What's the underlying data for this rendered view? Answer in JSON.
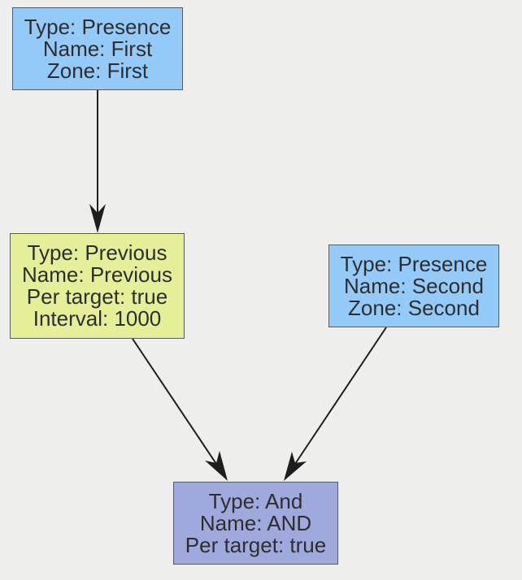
{
  "nodes": {
    "first": {
      "type": "Type: Presence",
      "name": "Name: First",
      "zone": "Zone: First"
    },
    "previous": {
      "type": "Type: Previous",
      "name": "Name: Previous",
      "per_target": "Per target: true",
      "interval": "Interval: 1000"
    },
    "second": {
      "type": "Type: Presence",
      "name": "Name: Second",
      "zone": "Zone: Second"
    },
    "and": {
      "type": "Type: And",
      "name": "Name: AND",
      "per_target": "Per target: true"
    }
  },
  "edges": [
    {
      "from": "first",
      "to": "previous"
    },
    {
      "from": "previous",
      "to": "and"
    },
    {
      "from": "second",
      "to": "and"
    }
  ],
  "colors": {
    "presence": "#94caf8",
    "previous": "#e6ee98",
    "and": "#9fa9dc",
    "edge": "#1e1e1e",
    "background": "#eeeeec"
  }
}
